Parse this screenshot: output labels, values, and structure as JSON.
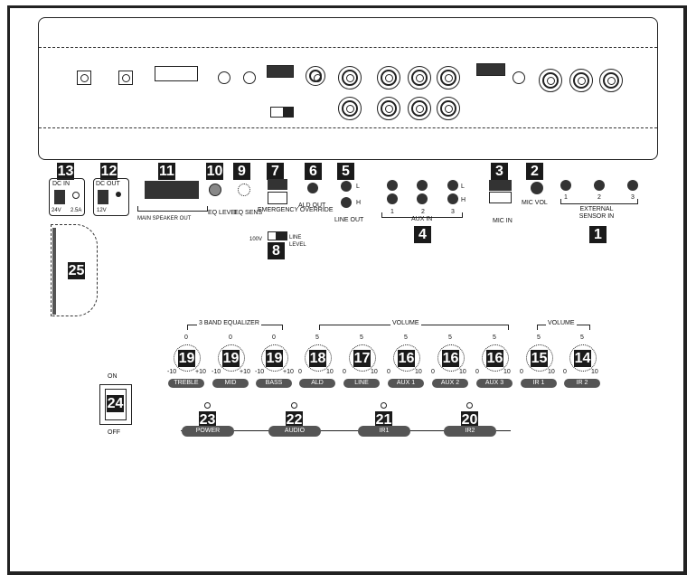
{
  "callouts": {
    "c1": "1",
    "c2": "2",
    "c3": "3",
    "c4": "4",
    "c5": "5",
    "c6": "6",
    "c7": "7",
    "c8": "8",
    "c9": "9",
    "c10": "10",
    "c11": "11",
    "c12": "12",
    "c13": "13",
    "c14": "14",
    "c15": "15",
    "c16": "16",
    "c17": "17",
    "c18": "18",
    "c19": "19",
    "c20": "20",
    "c21": "21",
    "c22": "22",
    "c23": "23",
    "c24": "24",
    "c25": "25"
  },
  "upper": {
    "dc_in": "DC IN",
    "dc_in_volt": "24V",
    "dc_in_amp": "2.5A",
    "dc_out": "DC OUT",
    "dc_out_volt": "12V",
    "main_speaker_out": "MAIN SPEAKER OUT",
    "eq_level": "EQ LEVEL",
    "eq_sens": "EQ SENS",
    "emergency_override": "EMERGENCY OVERRIDE",
    "ald_out": "ALD OUT",
    "line_out": "LINE OUT",
    "aux_in": "AUX IN",
    "mic_in": "MIC IN",
    "mic_vol": "MIC VOL",
    "external_sensor_in": "EXTERNAL SENSOR IN",
    "line_level_left": "100V",
    "line_level_right": "LINE LEVEL",
    "lo": "L",
    "hi": "H"
  },
  "eq": {
    "title": "3 BAND EQUALIZER"
  },
  "volume": {
    "title": "VOLUME",
    "title2": "VOLUME"
  },
  "knobs": [
    {
      "label": "TREBLE",
      "top": "0",
      "min": "-10",
      "max": "+10"
    },
    {
      "label": "MID",
      "top": "0",
      "min": "-10",
      "max": "+10"
    },
    {
      "label": "BASS",
      "top": "0",
      "min": "-10",
      "max": "+10"
    },
    {
      "label": "ALD",
      "top": "5",
      "min": "0",
      "max": "10"
    },
    {
      "label": "LINE",
      "top": "5",
      "min": "0",
      "max": "10"
    },
    {
      "label": "AUX 1",
      "top": "5",
      "min": "0",
      "max": "10"
    },
    {
      "label": "AUX 2",
      "top": "5",
      "min": "0",
      "max": "10"
    },
    {
      "label": "AUX 3",
      "top": "5",
      "min": "0",
      "max": "10"
    },
    {
      "label": "IR 1",
      "top": "5",
      "min": "0",
      "max": "10"
    },
    {
      "label": "IR 2",
      "top": "5",
      "min": "0",
      "max": "10"
    }
  ],
  "indicators": [
    "POWER",
    "AUDIO",
    "IR1",
    "IR2"
  ],
  "switch": {
    "on": "ON",
    "off": "OFF"
  },
  "aux_numbers": [
    "1",
    "2",
    "3"
  ],
  "sensor_numbers": [
    "1",
    "2",
    "3"
  ]
}
